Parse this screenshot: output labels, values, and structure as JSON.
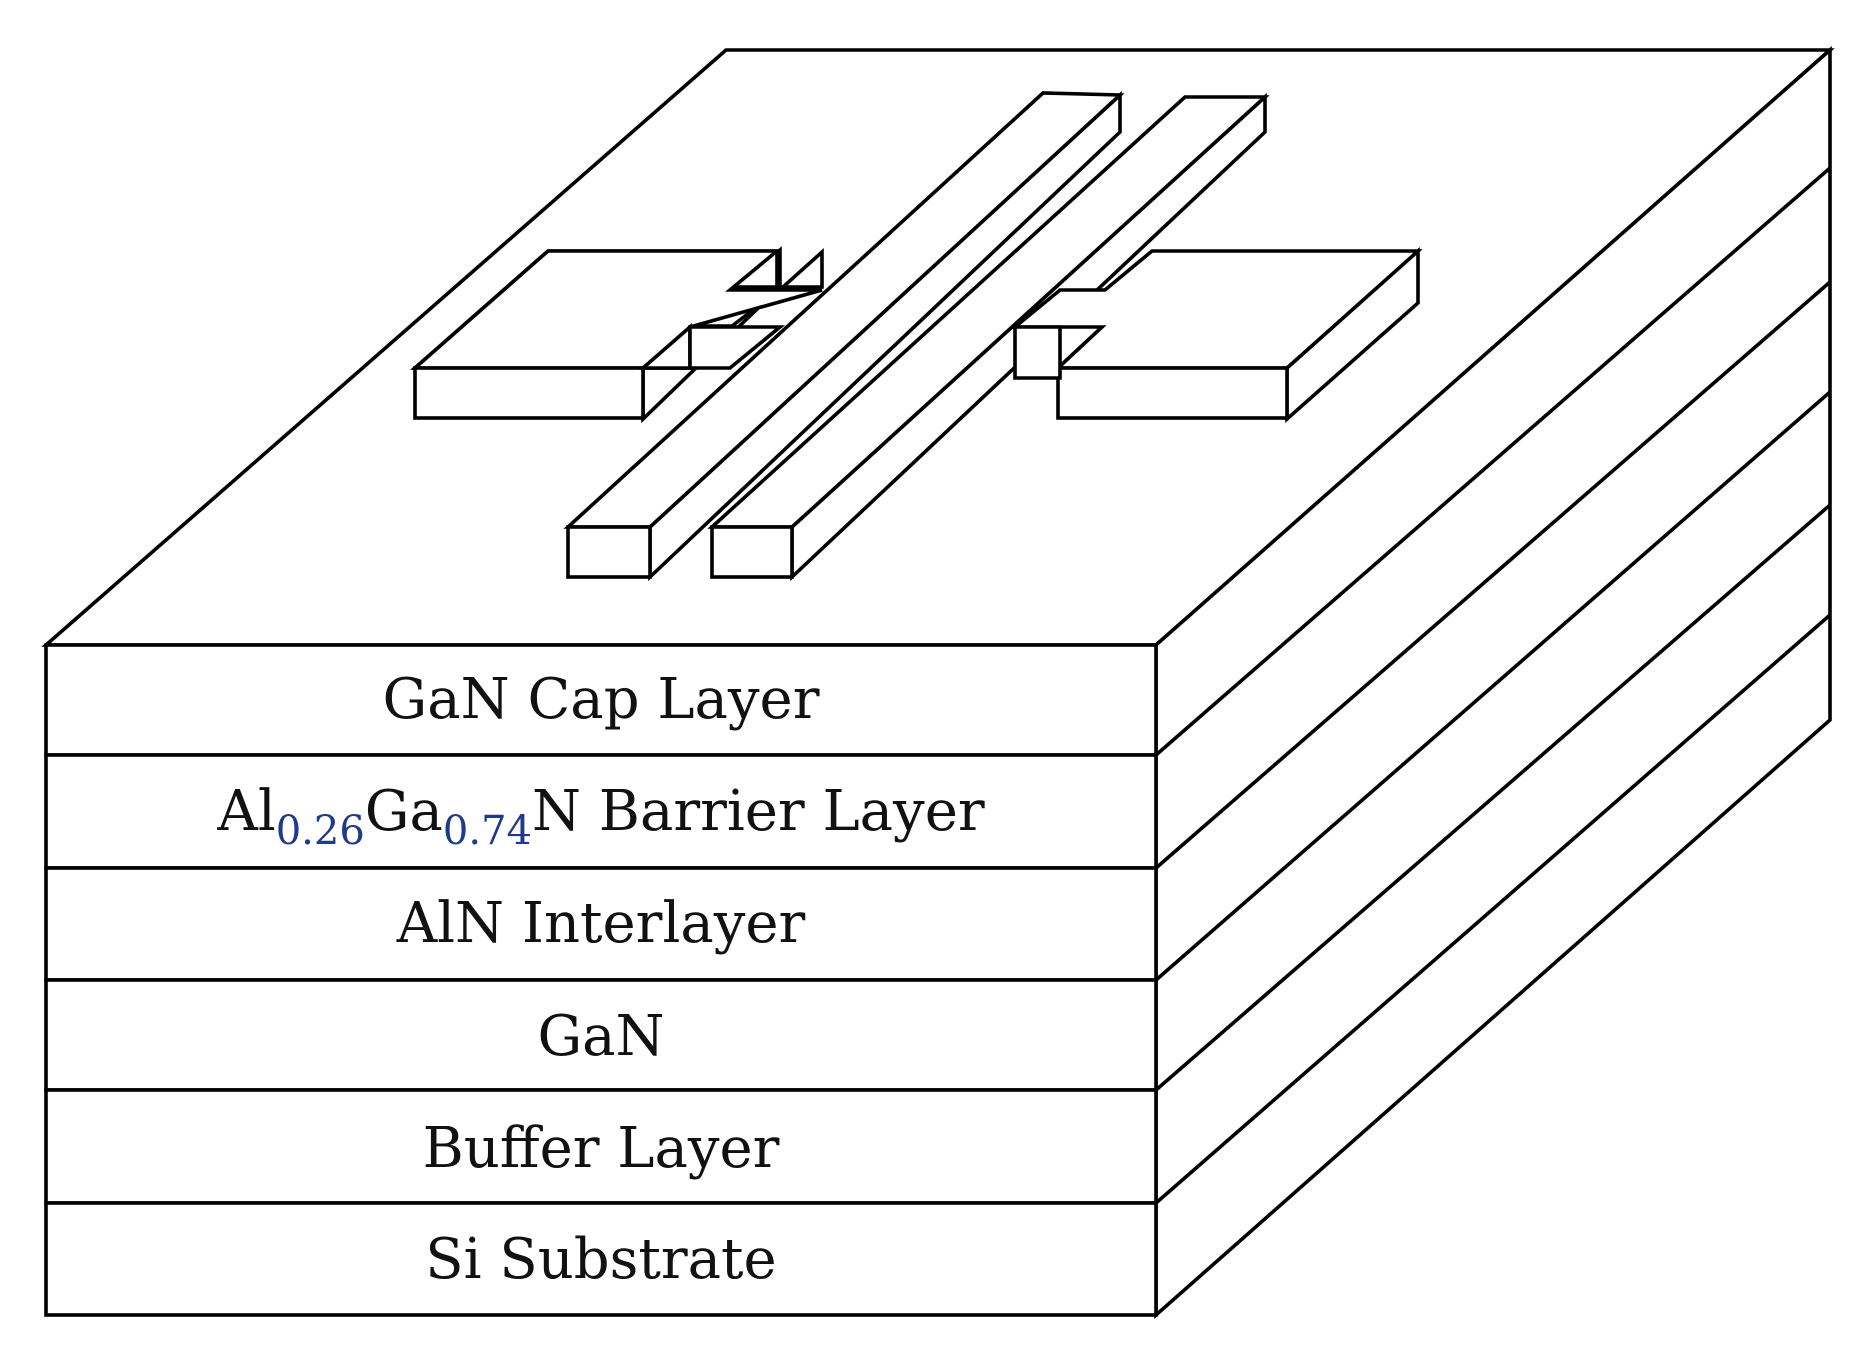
{
  "layers": [
    {
      "label": "GaN Cap Layer"
    },
    {
      "label_parts": {
        "a": "Al",
        "a_sub": "0.26",
        "b": "Ga",
        "b_sub": "0.74",
        "c": "N Barrier Layer"
      }
    },
    {
      "label": "AlN Interlayer"
    },
    {
      "label": "GaN"
    },
    {
      "label": "Buffer Layer"
    },
    {
      "label": "Si Substrate"
    }
  ],
  "colors": {
    "stroke": "#000000",
    "fill": "#ffffff",
    "subscript": "#1f3a8a"
  }
}
